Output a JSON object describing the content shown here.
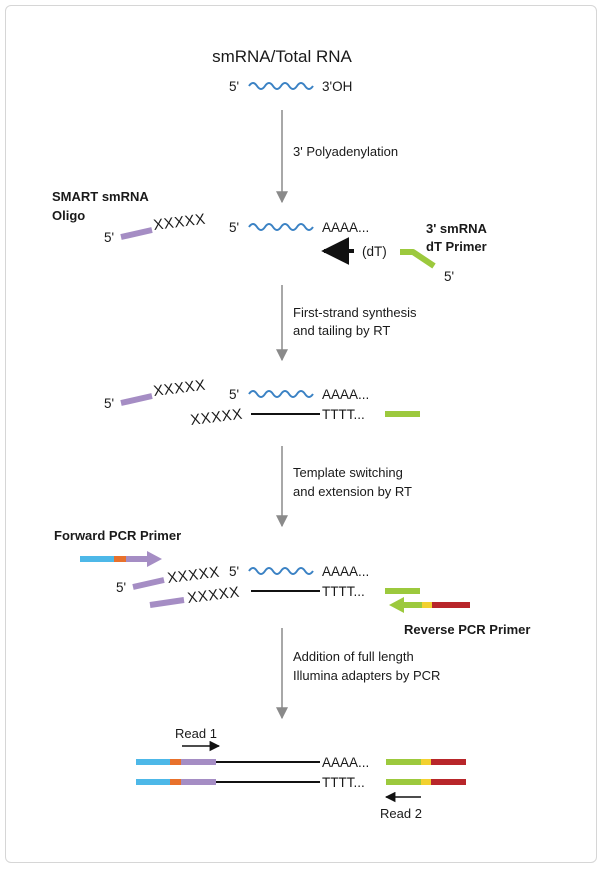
{
  "title": "smRNA/Total RNA",
  "end_labels": {
    "five_prime": "5'",
    "three_prime_oh": "3'OH"
  },
  "steps": [
    "3' Polyadenylation",
    "First-strand synthesis",
    "and tailing by RT",
    "Template switching",
    "and extension by RT",
    "Addition of full length",
    "Illumina adapters by PCR"
  ],
  "labels": {
    "smart_oligo_line1": "SMART smRNA",
    "smart_oligo_line2": "Oligo",
    "dt_primer_line1": "3' smRNA",
    "dt_primer_line2": "dT Primer",
    "dt": "(dT)",
    "forward_primer": "Forward PCR Primer",
    "reverse_primer": "Reverse PCR Primer",
    "read1": "Read 1",
    "read2": "Read 2"
  },
  "sequences": {
    "xxxxx": "XXXXX",
    "polyA": "AAAA...",
    "polyT": "TTTT..."
  },
  "colors": {
    "rna_wave": "#3b82c4",
    "smart_oligo": "#a58dc4",
    "dt_primer": "#9cc93d",
    "forward_adapter": "#4db8e8",
    "forward_index": "#e8712c",
    "reverse_index": "#f2d12f",
    "reverse_adapter": "#b8262a",
    "arrow_gray": "#8a8a8a",
    "line": "#111111"
  }
}
